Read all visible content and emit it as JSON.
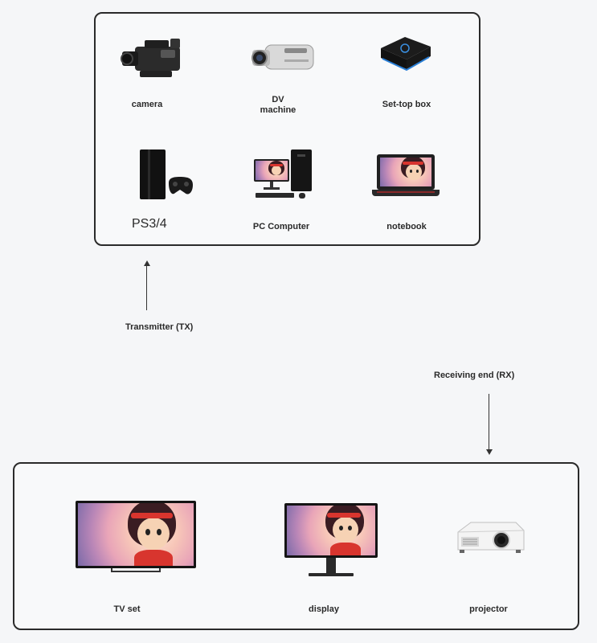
{
  "transmitters": [
    {
      "label": "camera",
      "icon": "camcorder-pro-icon"
    },
    {
      "label": "DV\nmachine",
      "icon": "handycam-icon"
    },
    {
      "label": "Set-top box",
      "icon": "set-top-box-icon"
    },
    {
      "label": "PS3/4",
      "icon": "game-console-icon"
    },
    {
      "label": "PC Computer",
      "icon": "desktop-pc-icon"
    },
    {
      "label": "notebook",
      "icon": "laptop-icon"
    }
  ],
  "receivers": [
    {
      "label": "TV set",
      "icon": "tv-icon"
    },
    {
      "label": "display",
      "icon": "monitor-icon"
    },
    {
      "label": "projector",
      "icon": "projector-icon"
    }
  ],
  "captions": {
    "tx": "Transmitter (TX)",
    "rx": "Receiving end (RX)"
  }
}
